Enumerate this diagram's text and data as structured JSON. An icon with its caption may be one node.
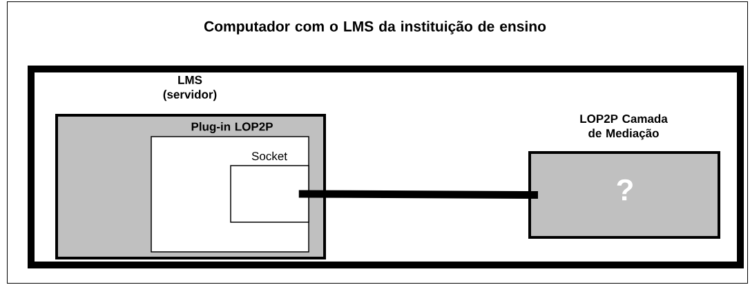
{
  "diagram": {
    "title": "Computador com o LMS da instituição de ensino",
    "nodes": [
      {
        "text": [],
        "shape": "box"
      },
      {
        "text": [],
        "shape": "box",
        "in": 0
      },
      {
        "text": [
          "LMS (servidor)"
        ],
        "in": 1
      },
      {
        "text": [
          "Plug-in LOP2P"
        ],
        "in": 2
      },
      {
        "text": [
          "Socket"
        ],
        "in": 3
      },
      {
        "text": [
          "LOP2P Camada de Mediação",
          "?"
        ],
        "in": 1
      }
    ],
    "edges": [
      {
        "from": 4,
        "to": 5,
        "arrow": "none"
      }
    ]
  }
}
